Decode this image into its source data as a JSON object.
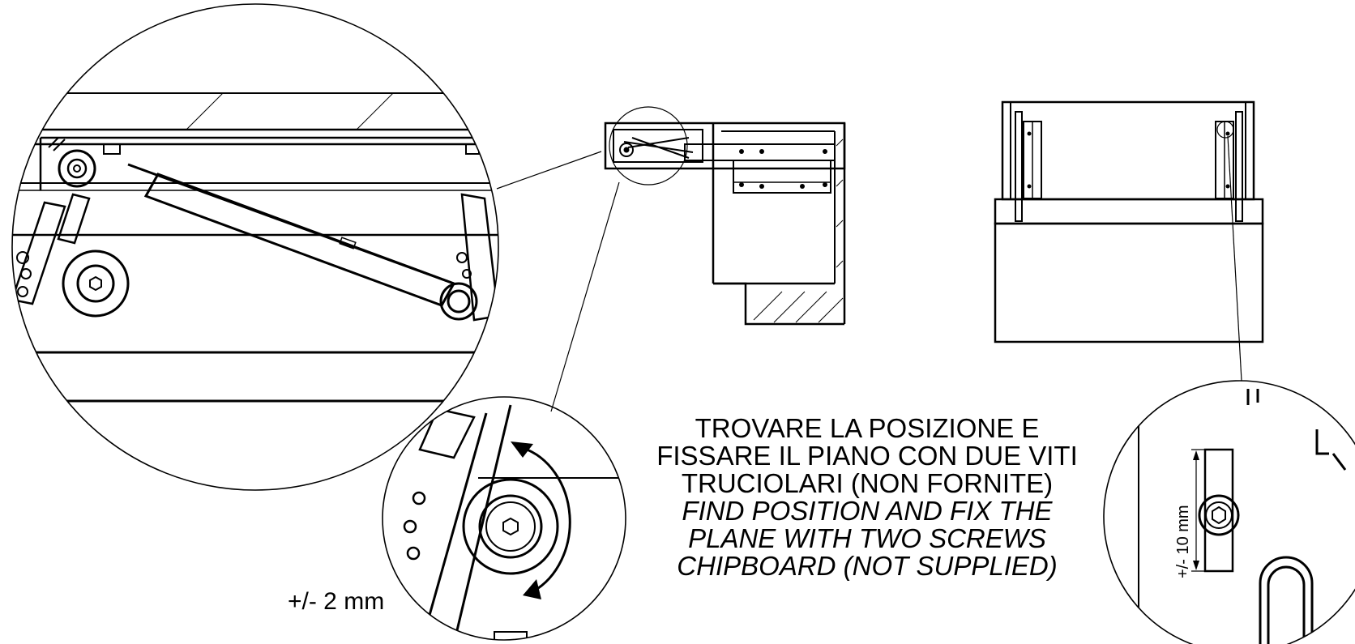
{
  "annotations": {
    "tolerance_small": "+/- 2 mm",
    "tolerance_large": "+/- 10 mm"
  },
  "instructions": {
    "italian": [
      "TROVARE LA POSIZIONE E",
      "FISSARE IL PIANO CON DUE VITI",
      "TRUCIOLARI (NON FORNITE)"
    ],
    "english": [
      "FIND POSITION AND FIX THE",
      "PLANE WITH TWO SCREWS",
      "CHIPBOARD (NOT SUPPLIED)"
    ]
  }
}
